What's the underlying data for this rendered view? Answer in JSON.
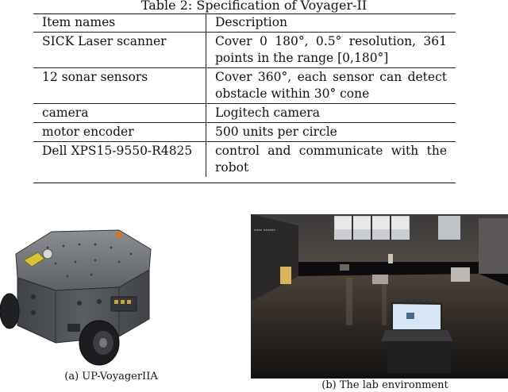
{
  "table": {
    "caption": "Table 2: Specification of Voyager-II",
    "headers": [
      "Item names",
      "Description"
    ],
    "rows": [
      {
        "item": "SICK Laser scanner",
        "desc": "Cover 0 180°, 0.5° resolution, 361 points in the range [0,180°]"
      },
      {
        "item": "12 sonar sensors",
        "desc": "Cover 360°, each sensor can detect obstacle within 30° cone"
      },
      {
        "item": "camera",
        "desc": "Logitech camera"
      },
      {
        "item": "motor encoder",
        "desc": "500 units per circle"
      },
      {
        "item": "Dell XPS15-9550-R4825",
        "desc": "control and communicate with the robot"
      }
    ]
  },
  "figures": {
    "a_caption": "(a) UP-VoyagerIIA",
    "b_caption": "(b) The lab environment"
  }
}
